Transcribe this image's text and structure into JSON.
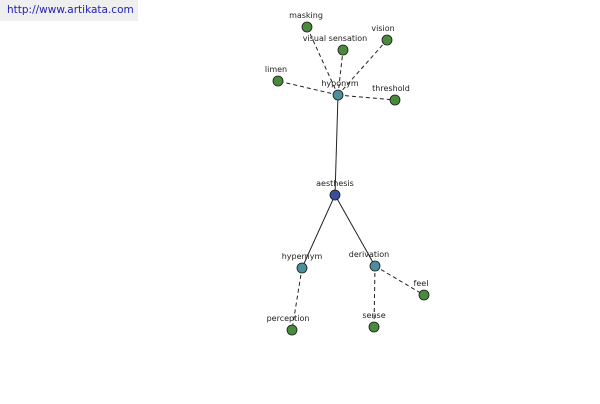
{
  "source_link": {
    "text": "http://www.artikata.com"
  },
  "colors": {
    "center": "#3a4e9e",
    "relation": "#4a8f9c",
    "leaf": "#4a8a3f",
    "edge": "#222222",
    "link": "#1f1fb0"
  },
  "graph": {
    "nodes": [
      {
        "id": "aesthesis",
        "label": "aesthesis",
        "kind": "center"
      },
      {
        "id": "hyponym",
        "label": "hyponym",
        "kind": "relation"
      },
      {
        "id": "hypernym",
        "label": "hypernym",
        "kind": "relation"
      },
      {
        "id": "derivation",
        "label": "derivation",
        "kind": "relation"
      },
      {
        "id": "masking",
        "label": "masking",
        "kind": "leaf"
      },
      {
        "id": "visual-sensation",
        "label": "visual sensation",
        "kind": "leaf"
      },
      {
        "id": "vision",
        "label": "vision",
        "kind": "leaf"
      },
      {
        "id": "limen",
        "label": "limen",
        "kind": "leaf"
      },
      {
        "id": "threshold",
        "label": "threshold",
        "kind": "leaf"
      },
      {
        "id": "perception",
        "label": "perception",
        "kind": "leaf"
      },
      {
        "id": "sense",
        "label": "sense",
        "kind": "leaf"
      },
      {
        "id": "feel",
        "label": "feel",
        "kind": "leaf"
      }
    ],
    "edges": [
      {
        "from": "aesthesis",
        "to": "hyponym",
        "style": "solid"
      },
      {
        "from": "aesthesis",
        "to": "hypernym",
        "style": "solid"
      },
      {
        "from": "aesthesis",
        "to": "derivation",
        "style": "solid"
      },
      {
        "from": "hyponym",
        "to": "masking",
        "style": "dashed"
      },
      {
        "from": "hyponym",
        "to": "visual-sensation",
        "style": "dashed"
      },
      {
        "from": "hyponym",
        "to": "vision",
        "style": "dashed"
      },
      {
        "from": "hyponym",
        "to": "limen",
        "style": "dashed"
      },
      {
        "from": "hyponym",
        "to": "threshold",
        "style": "dashed"
      },
      {
        "from": "hypernym",
        "to": "perception",
        "style": "dashed"
      },
      {
        "from": "derivation",
        "to": "sense",
        "style": "dashed"
      },
      {
        "from": "derivation",
        "to": "feel",
        "style": "dashed"
      }
    ]
  }
}
